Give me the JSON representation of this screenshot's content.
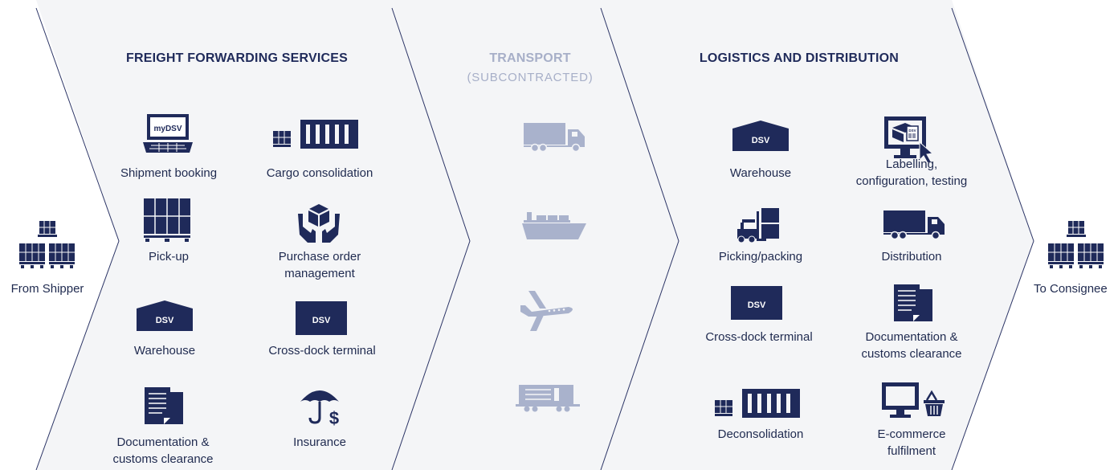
{
  "colors": {
    "dark": "#1f2a5a",
    "light": "#a9b2cc",
    "panel": "#f4f5f7",
    "line": "#2c3566"
  },
  "start": {
    "label": "From Shipper",
    "icon": "pallets-icon"
  },
  "end": {
    "label": "To Consignee",
    "icon": "pallets-icon"
  },
  "freight": {
    "title": "FREIGHT FORWARDING SERVICES",
    "items": [
      {
        "label": "Shipment booking",
        "icon": "laptop-icon",
        "icon_text": "myDSV"
      },
      {
        "label": "Cargo consolidation",
        "icon": "container-icon"
      },
      {
        "label": "Pick-up",
        "icon": "pallet-stack-icon"
      },
      {
        "label": "Purchase order\nmanagement",
        "icon": "hands-box-icon"
      },
      {
        "label": "Warehouse",
        "icon": "warehouse-icon",
        "icon_text": "DSV"
      },
      {
        "label": "Cross-dock terminal",
        "icon": "terminal-icon",
        "icon_text": "DSV"
      },
      {
        "label": "Documentation &\ncustoms clearance",
        "icon": "documents-icon"
      },
      {
        "label": "Insurance",
        "icon": "umbrella-dollar-icon"
      }
    ]
  },
  "transport": {
    "title": "TRANSPORT",
    "subtitle": "(SUBCONTRACTED)",
    "modes": [
      {
        "icon": "truck-icon"
      },
      {
        "icon": "ship-icon"
      },
      {
        "icon": "plane-icon"
      },
      {
        "icon": "rail-wagon-icon"
      }
    ]
  },
  "logistics": {
    "title": "LOGISTICS AND DISTRIBUTION",
    "items": [
      {
        "label": "Warehouse",
        "icon": "warehouse-icon",
        "icon_text": "DSV"
      },
      {
        "label": "Labelling,\nconfiguration, testing",
        "icon": "monitor-cursor-icon",
        "icon_text": "DSV"
      },
      {
        "label": "Picking/packing",
        "icon": "forklift-icon"
      },
      {
        "label": "Distribution",
        "icon": "truck-icon"
      },
      {
        "label": "Cross-dock terminal",
        "icon": "terminal-icon",
        "icon_text": "DSV"
      },
      {
        "label": "Documentation &\ncustoms clearance",
        "icon": "documents-icon"
      },
      {
        "label": "Deconsolidation",
        "icon": "container-icon"
      },
      {
        "label": "E-commerce\nfulfilment",
        "icon": "monitor-basket-icon"
      }
    ]
  }
}
